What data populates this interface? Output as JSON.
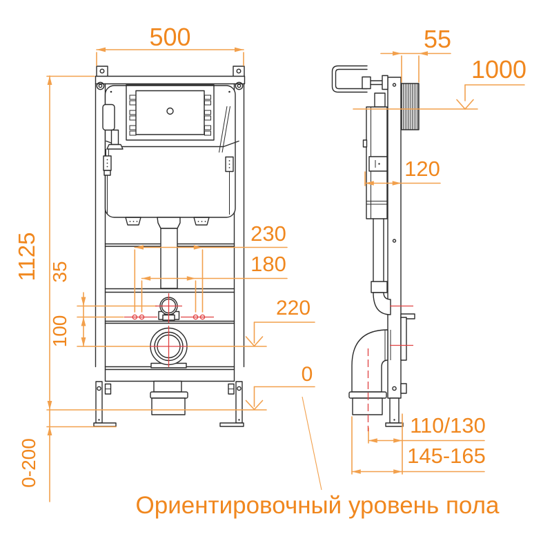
{
  "caption": "Ориентировочный уровень пола",
  "dimensions": {
    "front": {
      "width": "500",
      "height": "1125",
      "hole_spacing_outer": "230",
      "hole_spacing_inner": "180",
      "supply_offset": "35",
      "drain_offset": "100",
      "drain_level": "220",
      "floor_level": "0",
      "leg_range": "0-200"
    },
    "side": {
      "wall_offset": "55",
      "flush_height": "1000",
      "frame_depth": "120",
      "outlet_offset": "110/130",
      "outlet_distance": "145-165"
    }
  },
  "colors": {
    "dimension_text": "#F0871E",
    "dimension_line": "#F2A04C",
    "centerline_red": "#E04040",
    "ink": "#2B2B2B",
    "background": "#FFFFFF"
  }
}
